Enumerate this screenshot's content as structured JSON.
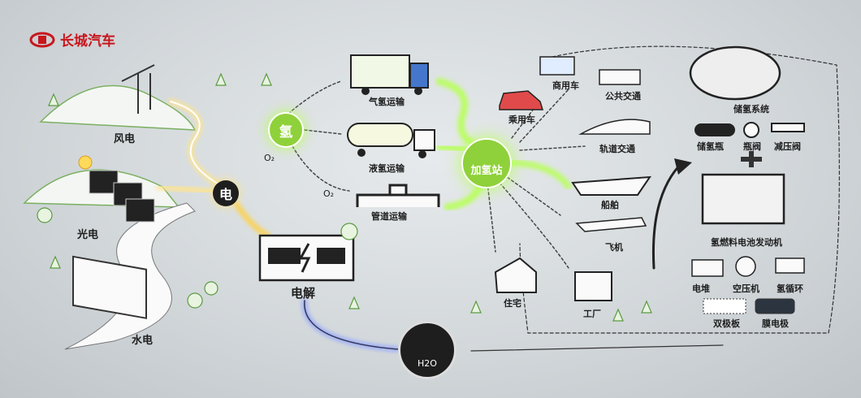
{
  "brand": {
    "name": "长城汽车",
    "color": "#c8161d"
  },
  "sources": {
    "wind": "风电",
    "solar": "光电",
    "hydro": "水电"
  },
  "electricity": "电",
  "electrolysis": "电解",
  "hydrogen": "氢",
  "oxygen": "O₂",
  "transport": {
    "gas": "气氢运输",
    "liquid": "液氢运输",
    "pipeline": "管道运输"
  },
  "station": "加氢站",
  "uses": {
    "passenger": "乘用车",
    "commercial": "商用车",
    "bus": "公共交通",
    "rail": "轨道交通",
    "ship": "船舶",
    "plane": "飞机",
    "home": "住宅",
    "factory": "工厂"
  },
  "system": {
    "storage": "储氢系统",
    "tank": "储氢瓶",
    "valve": "瓶阀",
    "regulator": "减压阀",
    "engine": "氢燃料电池发动机",
    "stack": "电堆",
    "compressor": "空压机",
    "recirc": "氢循环",
    "plate": "双极板",
    "mea": "膜电极"
  },
  "water": "H2O",
  "colors": {
    "glow": "#9be23c",
    "dark": "#1e1e1e"
  }
}
